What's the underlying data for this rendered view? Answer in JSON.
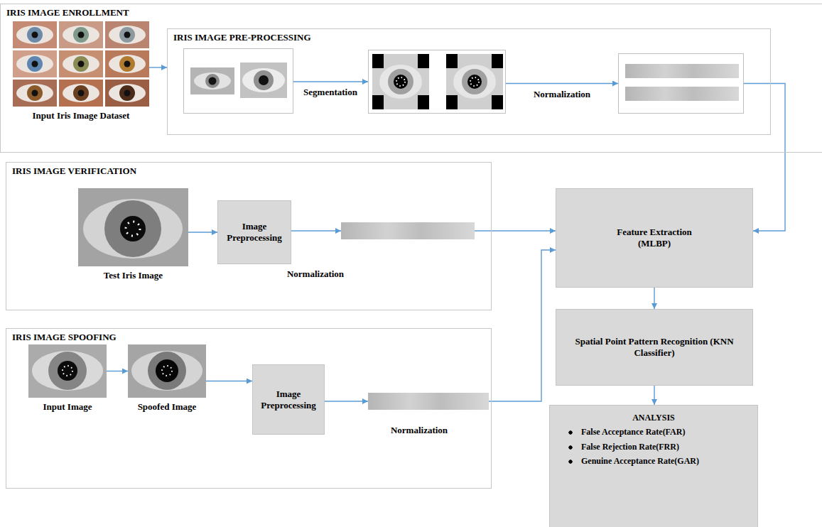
{
  "diagram": {
    "nodes": [
      {
        "text": [
          "IRIS IMAGE ENROLLMENT"
        ]
      },
      {
        "text": [
          "Input Iris Image Dataset"
        ],
        "in": 0
      },
      {
        "text": [
          "IRIS IMAGE PRE-PROCESSING"
        ],
        "in": 0
      },
      {
        "text": [],
        "in": 2
      },
      {
        "text": [],
        "in": 2
      },
      {
        "text": [],
        "in": 2
      },
      {
        "text": [
          "IRIS IMAGE VERIFICATION"
        ]
      },
      {
        "text": [
          "Test Iris Image"
        ],
        "in": 6
      },
      {
        "text": [
          "Image Preprocessing"
        ],
        "in": 6
      },
      {
        "text": [],
        "in": 6
      },
      {
        "text": [
          "Feature Extraction (MLBP)"
        ]
      },
      {
        "text": [
          "Spatial Point Pattern Recognition (KNN Classifier)"
        ]
      },
      {
        "text": [
          "IRIS IMAGE SPOOFING"
        ]
      },
      {
        "text": [
          "Input Image"
        ],
        "in": 12
      },
      {
        "text": [
          "Spoofed Image"
        ],
        "in": 12
      },
      {
        "text": [
          "Image Preprocessing"
        ],
        "in": 12
      },
      {
        "text": [],
        "in": 12
      },
      {
        "text": [
          "ANALYSIS",
          "False Acceptance Rate(FAR)",
          "False Rejection Rate(FRR)",
          "Genuine Acceptance Rate(GAR)"
        ]
      }
    ],
    "edges": [
      {
        "from": 1,
        "to": 2,
        "arrow": "to"
      },
      {
        "from": 3,
        "to": 4,
        "label": "Segmentation",
        "arrow": "to"
      },
      {
        "from": 4,
        "to": 5,
        "label": "Normalization",
        "arrow": "to"
      },
      {
        "from": 5,
        "to": 10,
        "arrow": "to"
      },
      {
        "from": 7,
        "to": 8,
        "arrow": "to"
      },
      {
        "from": 8,
        "to": 9,
        "label": "Normalization",
        "arrow": "to"
      },
      {
        "from": 9,
        "to": 10,
        "arrow": "to"
      },
      {
        "from": 13,
        "to": 14,
        "arrow": "to"
      },
      {
        "from": 14,
        "to": 15,
        "arrow": "to"
      },
      {
        "from": 15,
        "to": 16,
        "label": "Normalization",
        "arrow": "to"
      },
      {
        "from": 16,
        "to": 10,
        "arrow": "to"
      },
      {
        "from": 10,
        "to": 11,
        "arrow": "to"
      },
      {
        "from": 11,
        "to": 17,
        "arrow": "to"
      }
    ]
  }
}
